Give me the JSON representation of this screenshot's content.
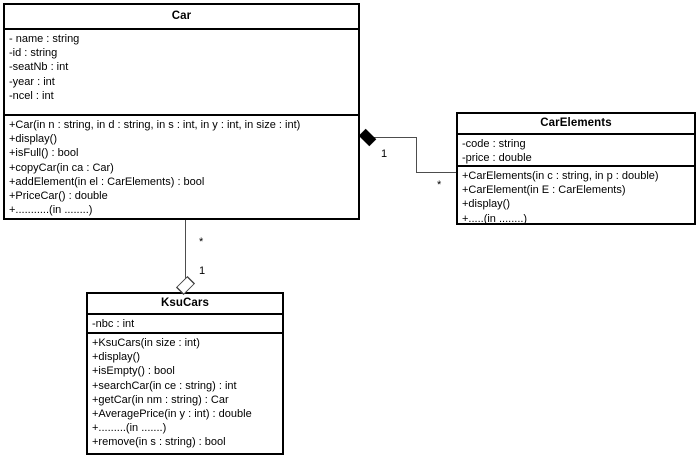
{
  "diagram": {
    "type": "uml-class-diagram",
    "classes": [
      {
        "id": "car",
        "name": "Car",
        "attributes": [
          "- name : string",
          "-id : string",
          "-seatNb : int",
          "-year : int",
          "-ncel : int"
        ],
        "operations": [
          "+Car(in n : string, in d : string, in s : int, in y : int, in size : int)",
          "+display()",
          "+isFull() : bool",
          "+copyCar(in ca : Car)",
          "+addElement(in el : CarElements) : bool",
          "+PriceCar() : double",
          "+...........(in ........)"
        ]
      },
      {
        "id": "carelements",
        "name": "CarElements",
        "attributes": [
          "-code : string",
          "-price : double"
        ],
        "operations": [
          "+CarElements(in c : string, in p : double)",
          "+CarElement(in E : CarElements)",
          "+display()",
          "+.....(in ........)"
        ]
      },
      {
        "id": "ksucars",
        "name": "KsuCars",
        "attributes": [
          "-nbc : int"
        ],
        "operations": [
          "+KsuCars(in size : int)",
          "+display()",
          "+isEmpty() : bool",
          "+searchCar(in ce : string) : int",
          "+getCar(in nm : string) : Car",
          "+AveragePrice(in y : int) : double",
          "+.........(in .......)",
          "+remove(in s : string) : bool"
        ]
      }
    ],
    "relationships": [
      {
        "id": "car-carelements",
        "kind": "composition",
        "source": "Car",
        "target": "CarElements",
        "source_multiplicity": "1",
        "target_multiplicity": "*"
      },
      {
        "id": "car-ksucars",
        "kind": "aggregation",
        "source": "KsuCars",
        "target": "Car",
        "source_multiplicity": "1",
        "target_multiplicity": "*"
      }
    ],
    "colors": {
      "stroke": "#000000",
      "connector": "#4d4d4d",
      "background": "#ffffff"
    }
  }
}
